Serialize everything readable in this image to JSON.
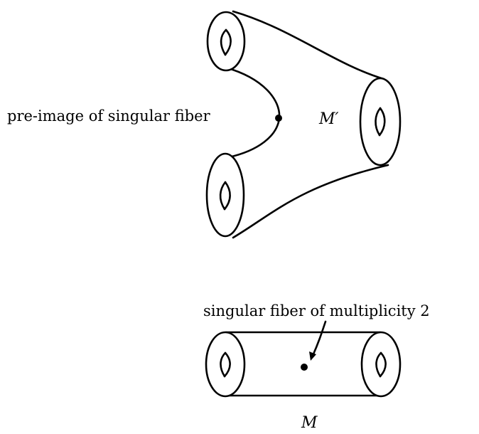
{
  "labels": {
    "preimage": "pre-image of singular fiber",
    "m_prime": "M′",
    "singular_fiber": "singular fiber of multiplicity 2",
    "m": "M"
  },
  "colors": {
    "ink": "#000000",
    "background": "#ffffff"
  }
}
